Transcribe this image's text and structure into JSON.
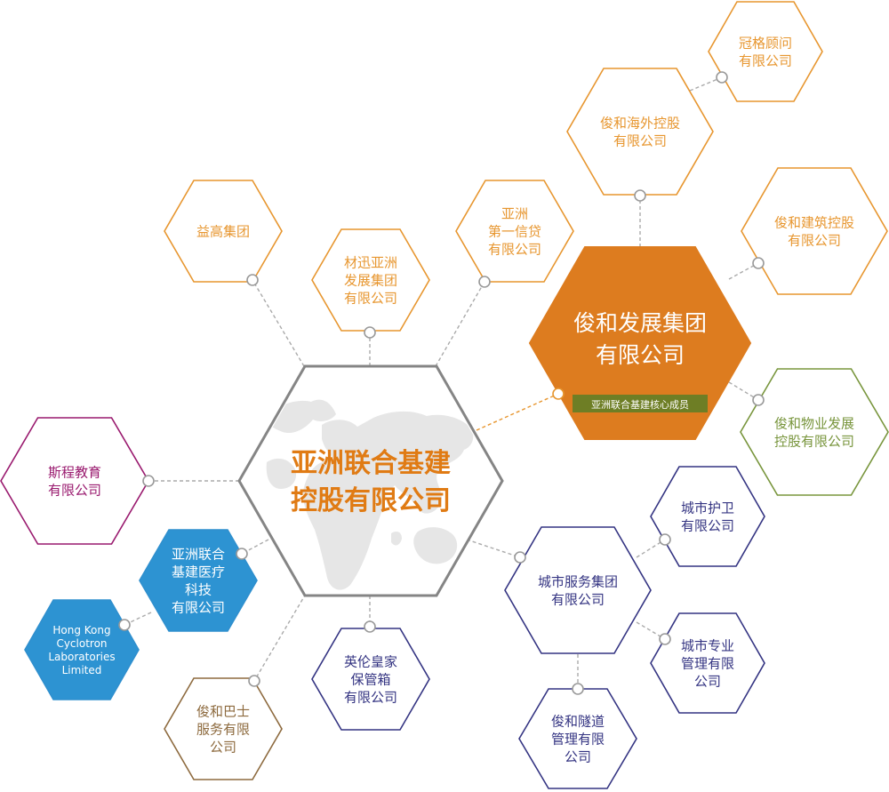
{
  "colors": {
    "orange": "#e7962f",
    "orange_fill": "#dd7c1f",
    "orange_text": "#e07b14",
    "gray": "#858585",
    "purple": "#99196e",
    "blue": "#2f8fce",
    "blue_fill": "#2d93d2",
    "olive": "#6e7e25",
    "green": "#78953c",
    "navy": "#343482",
    "brown": "#8d6a3e",
    "connector": "#aaaaaa",
    "map": "#e6e6e6"
  },
  "center": {
    "lines": [
      "亚洲联合基建",
      "控股有限公司"
    ]
  },
  "core": {
    "lines": [
      "俊和发展集团",
      "有限公司"
    ],
    "tag": "亚洲联合基建核心成员"
  },
  "companies": {
    "yigao": {
      "lines": [
        "益高集团"
      ]
    },
    "caixun": {
      "lines": [
        "材迅亚洲",
        "发展集团",
        "有限公司"
      ]
    },
    "diyi": {
      "lines": [
        "亚洲",
        "第一信贷",
        "有限公司"
      ]
    },
    "haiwai": {
      "lines": [
        "俊和海外控股",
        "有限公司"
      ]
    },
    "guange": {
      "lines": [
        "冠格顾问",
        "有限公司"
      ]
    },
    "jianzhu": {
      "lines": [
        "俊和建筑控股",
        "有限公司"
      ]
    },
    "wuye": {
      "lines": [
        "俊和物业发展",
        "控股有限公司"
      ]
    },
    "sicheng": {
      "lines": [
        "斯程教育",
        "有限公司"
      ]
    },
    "yiliao": {
      "lines": [
        "亚洲联合",
        "基建医疗",
        "科技",
        "有限公司"
      ]
    },
    "cyclotron": {
      "lines": [
        "Hong Kong",
        "Cyclotron",
        "Laboratories",
        "Limited"
      ]
    },
    "bashi": {
      "lines": [
        "俊和巴士",
        "服务有限",
        "公司"
      ]
    },
    "baoguanxiang": {
      "lines": [
        "英伦皇家",
        "保管箱",
        "有限公司"
      ]
    },
    "chengshi": {
      "lines": [
        "城市服务集团",
        "有限公司"
      ]
    },
    "huwei": {
      "lines": [
        "城市护卫",
        "有限公司"
      ]
    },
    "zhuanye": {
      "lines": [
        "城市专业",
        "管理有限",
        "公司"
      ]
    },
    "suidao": {
      "lines": [
        "俊和隧道",
        "管理有限",
        "公司"
      ]
    }
  }
}
